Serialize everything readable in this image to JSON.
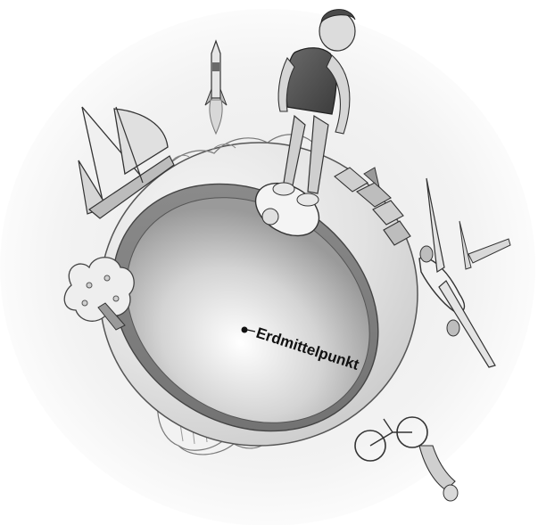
{
  "illustration": {
    "center_label": "Erdmittelpunkt",
    "elements": [
      "person-on-scale",
      "rocket",
      "sailboat",
      "tree",
      "houses",
      "airplane",
      "cyclist",
      "waterfall",
      "earth-globe"
    ]
  }
}
